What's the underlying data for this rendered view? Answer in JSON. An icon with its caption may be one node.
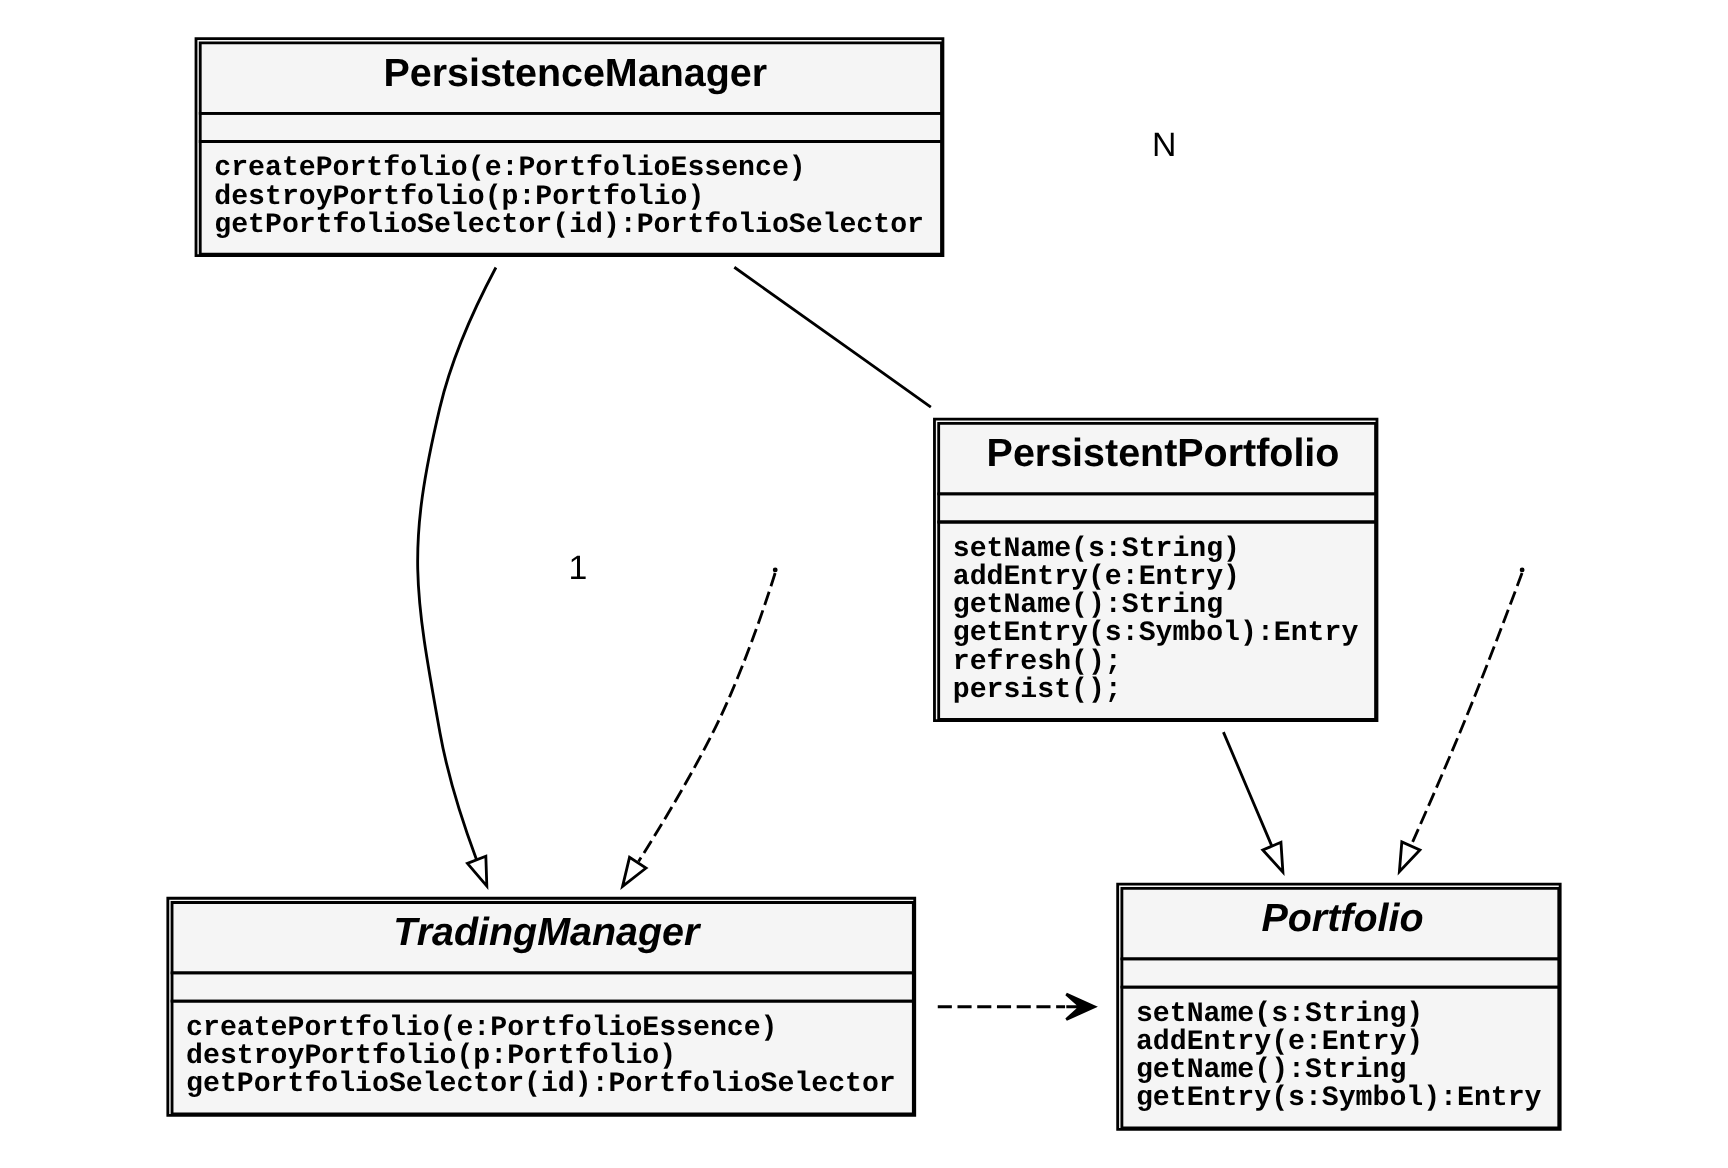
{
  "diagram": {
    "nodes": [
      {
        "text": [
          "PersistenceManager",
          "createPortfolio(e:PortfolioEssence)",
          "destroyPortfolio(p:Portfolio)",
          "getPortfolioSelector(id):PortfolioSelector"
        ]
      },
      {
        "text": [
          "Portfolio",
          "setName(s:String)",
          "addEntry(e:Entry)",
          "getName():String",
          "getEntry(s:Symbol):Entry"
        ]
      },
      {
        "text": [
          "TradingManager",
          "createPortfolio(e:PortfolioEssence)",
          "destroyPortfolio(p:Portfolio)",
          "getPortfolioSelector(id):PortfolioSelector"
        ]
      },
      {
        "text": [
          "PersistentPortfolio",
          "setName(s:String)",
          "addEntry(e:Entry)",
          "getName():String",
          "getEntry(s:Symbol):Entry",
          "refresh();",
          "persist();"
        ]
      }
    ],
    "edges": [
      {
        "from": 0,
        "to": 2,
        "arrow": "to"
      },
      {
        "from": 2,
        "to": 1,
        "arrow": "to",
        "style": "dashed"
      },
      {
        "from": 3,
        "to": 1,
        "arrow": "to"
      },
      {
        "from": 0,
        "to": 3,
        "arrow": "none"
      },
      {
        "from": null,
        "to": 2,
        "arrow": "to",
        "style": "dashed"
      },
      {
        "from": null,
        "to": 1,
        "arrow": "to",
        "style": "dashed"
      }
    ],
    "labels": [
      "1",
      "N"
    ]
  }
}
